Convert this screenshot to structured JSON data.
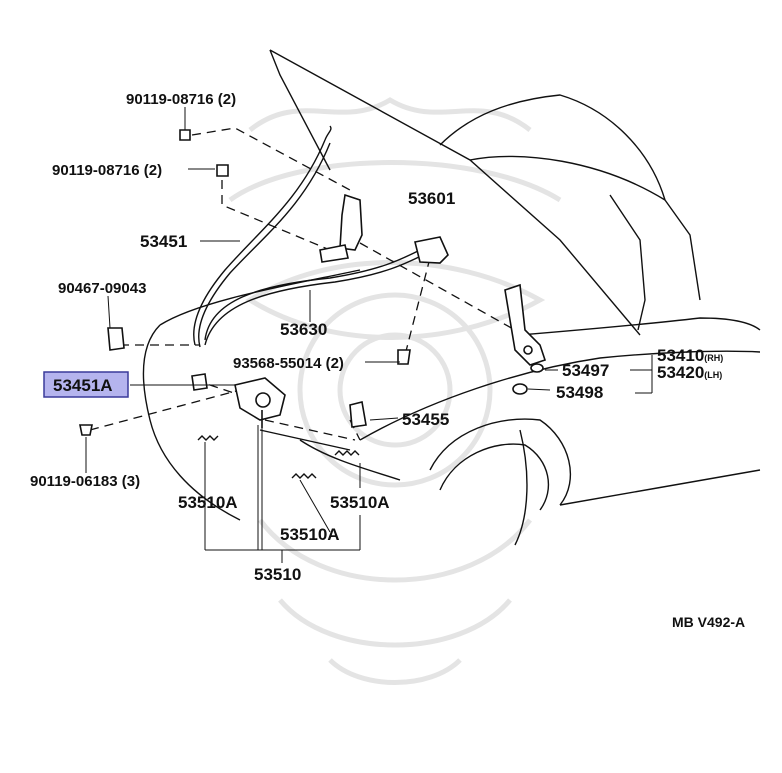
{
  "diagram": {
    "labels": {
      "bolt_top": "90119-08716 (2)",
      "bolt_second": "90119-08716 (2)",
      "cable_53451": "53451",
      "lock_53601": "53601",
      "clip_90467": "90467-09043",
      "cable_53630": "53630",
      "highlighted": "53451A",
      "clip_93568": "93568-55014 (2)",
      "cushion_53497": "53497",
      "hinge_rh_num": "53410",
      "hinge_rh_suffix": "(RH)",
      "hinge_lh_num": "53420",
      "hinge_lh_suffix": "(LH)",
      "cushion_53498": "53498",
      "support_53455": "53455",
      "bolt_bottom": "90119-06183 (3)",
      "spring_left": "53510A",
      "spring_right": "53510A",
      "spring_mid": "53510A",
      "assembly": "53510",
      "ref": "MB V492-A"
    },
    "highlight_color": "#b5b4ee",
    "highlight_border": "#3a3a9a"
  }
}
